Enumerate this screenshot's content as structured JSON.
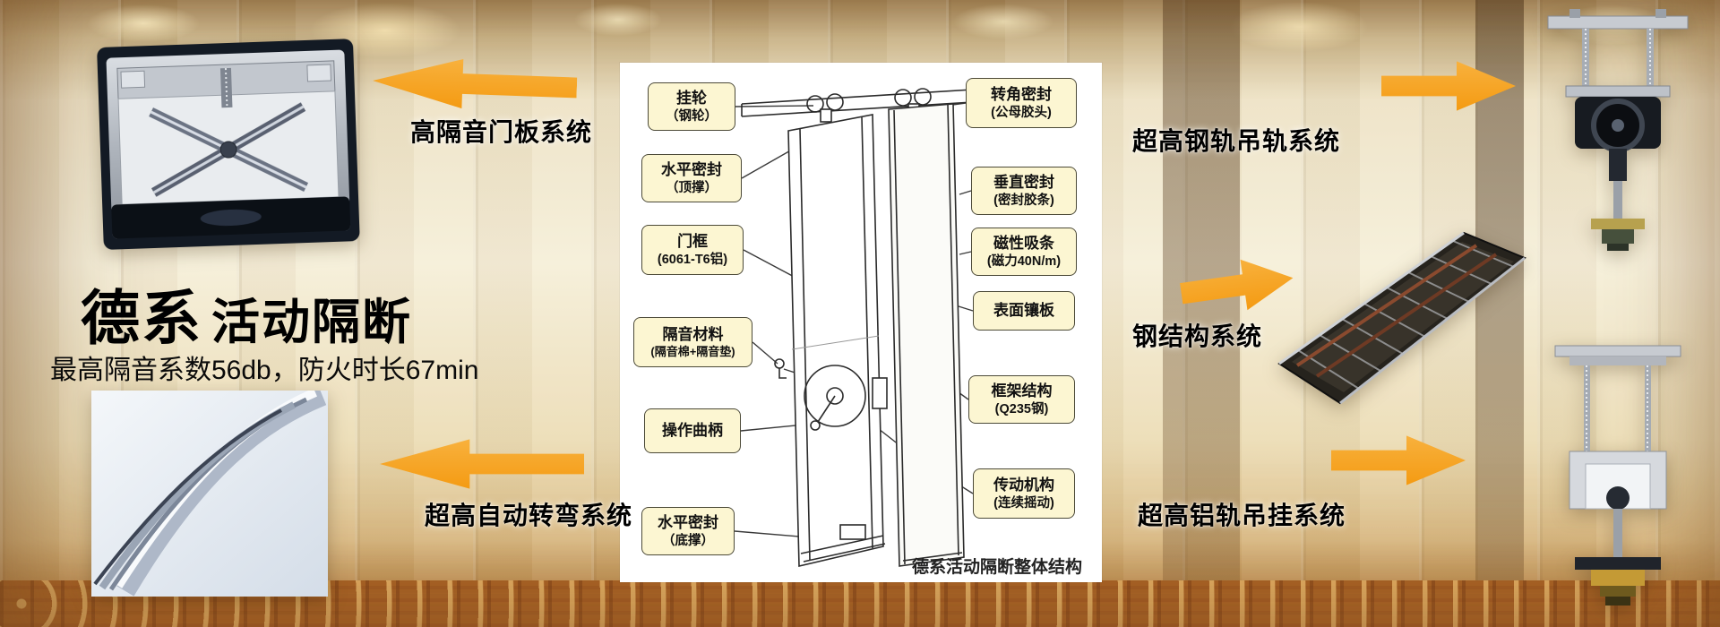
{
  "title": {
    "brand": "德系",
    "product": "活动隔断",
    "subtitle": "最高隔音系数56db，防火时长67min"
  },
  "labels": {
    "door_panel_system": "高隔音门板系统",
    "auto_turn_system": "超高自动转弯系统",
    "steel_rail_system": "超高钢轨吊轨系统",
    "steel_structure_system": "钢结构系统",
    "alu_rail_system": "超高铝轨吊挂系统"
  },
  "diagram": {
    "caption": "德系活动隔断整体结构",
    "left_callouts": [
      {
        "lines": [
          "挂轮",
          "（钢轮）"
        ]
      },
      {
        "lines": [
          "水平密封",
          "（顶撑）"
        ]
      },
      {
        "lines": [
          "门框",
          "(6061-T6铝)"
        ]
      },
      {
        "lines": [
          "隔音材料",
          "(隔音棉+隔音垫)"
        ]
      },
      {
        "lines": [
          "操作曲柄"
        ]
      },
      {
        "lines": [
          "水平密封",
          "（底撑）"
        ]
      }
    ],
    "right_callouts": [
      {
        "lines": [
          "转角密封",
          "(公母胶头)"
        ]
      },
      {
        "lines": [
          "垂直密封",
          "(密封胶条)"
        ]
      },
      {
        "lines": [
          "磁性吸条",
          "(磁力40N/m)"
        ]
      },
      {
        "lines": [
          "表面镶板"
        ]
      },
      {
        "lines": [
          "框架结构",
          "(Q235钢)"
        ]
      },
      {
        "lines": [
          "传动机构",
          "(连续摇动)"
        ]
      }
    ]
  },
  "colors": {
    "arrow_color": "#F49A11",
    "callout_bg": "#FCF6D2",
    "callout_border": "#4C4A38",
    "panel_bg": "#FFFFFF"
  }
}
